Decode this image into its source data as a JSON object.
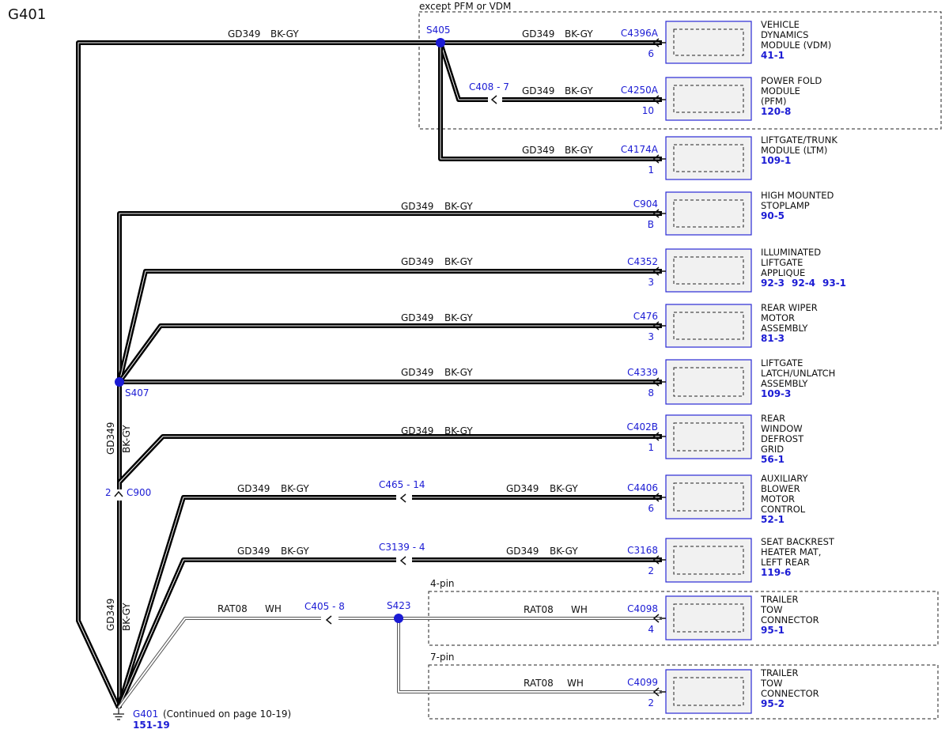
{
  "title": "G401",
  "regions": {
    "except": "except PFM or VDM",
    "four_pin": "4-pin",
    "seven_pin": "7-pin"
  },
  "wire": {
    "gd": "GD349",
    "bkgy": "BK-GY",
    "rat": "RAT08",
    "wh": "WH"
  },
  "splices": {
    "s405": "S405",
    "s407": "S407",
    "s423": "S423"
  },
  "inline": {
    "c408": "C408 - 7",
    "c465": "C465 - 14",
    "c3139": "C3139 - 4",
    "c405": "C405 -  8",
    "c900": "C900",
    "c900_pin": "2"
  },
  "ground": {
    "label": "G401",
    "note": "(Continued on page 10-19)",
    "ref": "151-19"
  },
  "modules": [
    {
      "connector": "C4396A",
      "pin": "6",
      "name": [
        "VEHICLE",
        "DYNAMICS",
        "MODULE (VDM)"
      ],
      "refs": [
        "41-1"
      ]
    },
    {
      "connector": "C4250A",
      "pin": "10",
      "name": [
        "POWER FOLD",
        "MODULE",
        "(PFM)"
      ],
      "refs": [
        "120-8"
      ]
    },
    {
      "connector": "C4174A",
      "pin": "1",
      "name": [
        "LIFTGATE/TRUNK",
        "MODULE (LTM)"
      ],
      "refs": [
        "109-1"
      ]
    },
    {
      "connector": "C904",
      "pin": "B",
      "name": [
        "HIGH MOUNTED",
        "STOPLAMP"
      ],
      "refs": [
        "90-5"
      ]
    },
    {
      "connector": "C4352",
      "pin": "3",
      "name": [
        "ILLUMINATED",
        "LIFTGATE",
        "APPLIQUE"
      ],
      "refs": [
        "92-3",
        "92-4",
        "93-1"
      ]
    },
    {
      "connector": "C476",
      "pin": "3",
      "name": [
        "REAR WIPER",
        "MOTOR",
        "ASSEMBLY"
      ],
      "refs": [
        "81-3"
      ]
    },
    {
      "connector": "C4339",
      "pin": "8",
      "name": [
        "LIFTGATE",
        "LATCH/UNLATCH",
        "ASSEMBLY"
      ],
      "refs": [
        "109-3"
      ]
    },
    {
      "connector": "C402B",
      "pin": "1",
      "name": [
        "REAR",
        "WINDOW",
        "DEFROST",
        "GRID"
      ],
      "refs": [
        "56-1"
      ]
    },
    {
      "connector": "C4406",
      "pin": "6",
      "name": [
        "AUXILIARY",
        "BLOWER",
        "MOTOR",
        "CONTROL"
      ],
      "refs": [
        "52-1"
      ]
    },
    {
      "connector": "C3168",
      "pin": "2",
      "name": [
        "SEAT BACKREST",
        "HEATER MAT,",
        "LEFT REAR"
      ],
      "refs": [
        "119-6"
      ]
    },
    {
      "connector": "C4098",
      "pin": "4",
      "name": [
        "TRAILER",
        "TOW",
        "CONNECTOR"
      ],
      "refs": [
        "95-1"
      ]
    },
    {
      "connector": "C4099",
      "pin": "2",
      "name": [
        "TRAILER",
        "TOW",
        "CONNECTOR"
      ],
      "refs": [
        "95-2"
      ]
    }
  ]
}
